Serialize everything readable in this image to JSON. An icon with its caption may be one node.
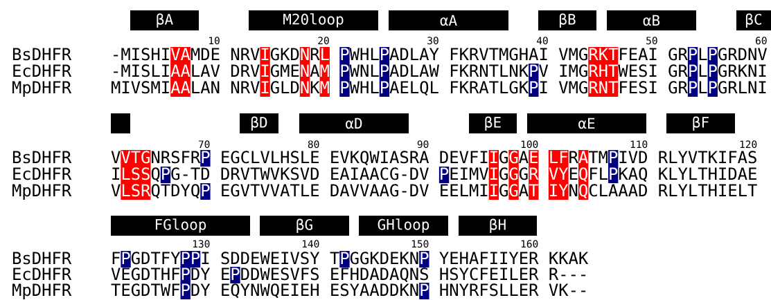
{
  "diagram": {
    "nodes": [
      {
        "text": [
          "βA"
        ]
      },
      {
        "text": [
          "M20loop"
        ]
      },
      {
        "text": [
          "αA"
        ]
      },
      {
        "text": [
          "βB"
        ]
      },
      {
        "text": [
          "αB"
        ]
      },
      {
        "text": [
          "βC"
        ]
      },
      {
        "text": [],
        "shape": "bar"
      },
      {
        "text": [
          "βD"
        ]
      },
      {
        "text": [
          "αD"
        ]
      },
      {
        "text": [
          "βE"
        ]
      },
      {
        "text": [
          "αE"
        ]
      },
      {
        "text": [
          "βF"
        ]
      },
      {
        "text": [
          "FGloop"
        ]
      },
      {
        "text": [
          "βG"
        ]
      },
      {
        "text": [
          "GHloop"
        ]
      },
      {
        "text": [
          "βH"
        ]
      }
    ],
    "labels": [
      "10",
      "20",
      "30",
      "40",
      "50",
      "60",
      "BsDHFR",
      "-MISHI",
      "VA",
      "MDE",
      "NRV",
      "I",
      "GKD",
      "N",
      "R",
      "L",
      "P",
      "WHL",
      "P",
      "ADLAY",
      "FKRVTMGHAI",
      "VMG",
      "RKT",
      "FEAI",
      "GR",
      "P",
      "L",
      "P",
      "GRDNV",
      "EcDHFR",
      "-MISLI",
      "AA",
      "LAV",
      "DRV",
      "I",
      "GME",
      "N",
      "A",
      "M",
      "P",
      "WNL",
      "P",
      "ADLAW",
      "FKRNTLNK",
      "P",
      "V",
      "IMG",
      "RHT",
      "WESI",
      "GR",
      "P",
      "L",
      "P",
      "GRKNI",
      "MpDHFR",
      "MIVSMI",
      "AA",
      "LAN",
      "NRV",
      "I",
      "GLD",
      "N",
      "K",
      "M",
      "P",
      "WHL",
      "P",
      "AELQL",
      "FKRATLGK",
      "P",
      "I",
      "VMG",
      "RNT",
      "FESI",
      "GR",
      "P",
      "L",
      "P",
      "GRLNI",
      "70",
      "80",
      "90",
      "100",
      "110",
      "120",
      "BsDHFR",
      "V",
      "VTG",
      "NRSFR",
      "P",
      "EGCLVLHSLE",
      "EVKQWIASRA",
      "DEVFI",
      "I",
      "G",
      "G",
      "A",
      "E",
      "LF",
      "R",
      "A",
      "TM",
      "P",
      "IVD",
      "RLYVTKIFAS",
      "EcDHFR",
      "I",
      "LSS",
      "Q",
      "P",
      "G-TD",
      "DRVTWVKSVD",
      "EAIAACG-DV",
      "P",
      "EIMV",
      "I",
      "G",
      "G",
      "G",
      "R",
      "VY",
      "E",
      "Q",
      "FL",
      "P",
      "KAQ",
      "KLYLTHIDAE",
      "MpDHFR",
      "V",
      "LSR",
      "QTDYQ",
      "P",
      "EGVTVVATLE",
      "DAVVAAG-DV",
      "EELMI",
      "I",
      "G",
      "G",
      "A",
      "T",
      "IY",
      "N",
      "Q",
      "CLAAAD",
      "RLYLTHIELT",
      "130",
      "140",
      "150",
      "160",
      "BsDHFR",
      "F",
      "P",
      "GDTFY",
      "PP",
      "I",
      "SDDEWEIVSY",
      "T",
      "P",
      "GGKDEKN",
      "P",
      "YEHAFIIYER",
      "KKAK",
      "EcDHFR",
      "VEGDTHF",
      "P",
      "DY",
      "E",
      "P",
      "DDWESVFS",
      "EFHDADAQNS",
      "HSYCFEILER",
      "R---",
      "MpDHFR",
      "TEGDTWF",
      "P",
      "DY",
      "EQYNWQEIEH",
      "ESYAADDKN",
      "P",
      "HNYRFSLLER",
      "VK--"
    ]
  }
}
